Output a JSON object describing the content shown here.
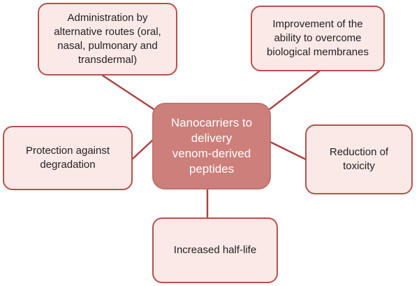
{
  "diagram": {
    "type": "radial-concept-map",
    "title_node": {
      "id": "center",
      "name": "nanocarriers-center-node",
      "label": "Nanocarriers to\ndelivery\nvenom-derived\npeptides",
      "fill": "#CC7F7B",
      "border": "#C0736F",
      "text_color": "#FFFFFF"
    },
    "leaf_style": {
      "fill": "#FAE9E7",
      "border": "#B5524D",
      "text_color": "#231F20"
    },
    "connector_color": "#A8423E",
    "background": "#FFFFFF",
    "nodes": [
      {
        "id": "top-left",
        "name": "benefit-administration-routes",
        "label": "Administration by\nalternative routes (oral,\nnasal, pulmonary and\ntransdermal)"
      },
      {
        "id": "top-right",
        "name": "benefit-biological-membranes",
        "label": "Improvement of the\nability to overcome\nbiological membranes"
      },
      {
        "id": "left",
        "name": "benefit-protection-degradation",
        "label": "Protection against\ndegradation"
      },
      {
        "id": "right",
        "name": "benefit-reduction-toxicity",
        "label": "Reduction of\ntoxicity"
      },
      {
        "id": "bottom",
        "name": "benefit-increased-half-life",
        "label": "Increased half-life"
      }
    ],
    "edges": [
      {
        "name": "edge-center-to-top-left",
        "from": "center",
        "to": "top-left"
      },
      {
        "name": "edge-center-to-top-right",
        "from": "center",
        "to": "top-right"
      },
      {
        "name": "edge-center-to-left",
        "from": "center",
        "to": "left"
      },
      {
        "name": "edge-center-to-right",
        "from": "center",
        "to": "right"
      },
      {
        "name": "edge-center-to-bottom",
        "from": "center",
        "to": "bottom"
      }
    ]
  }
}
